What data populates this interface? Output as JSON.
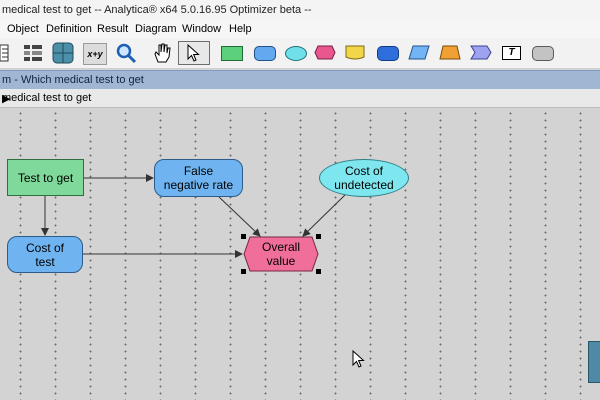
{
  "window": {
    "title": "medical test to get -- Analytica® x64 5.0.16.95 Optimizer beta --"
  },
  "menu": [
    "Object",
    "Definition",
    "Result",
    "Diagram",
    "Window",
    "Help"
  ],
  "toolbar": {
    "buttons": [
      "outline-icon",
      "attribute-panel-icon",
      "globe-icon",
      "xy-icon",
      "search-icon",
      "hand-icon",
      "arrow-pointer-icon",
      "decision-node-icon",
      "chance-node-icon",
      "constant-node-icon",
      "objective-node-icon",
      "module-node-icon",
      "index-node-icon",
      "input-node-icon",
      "output-node-icon",
      "button-node-icon",
      "text-node-icon",
      "alias-node-icon"
    ],
    "xy_label": "x+y",
    "text_label": "T"
  },
  "diagram_bar": {
    "title": "m - Which medical test to get"
  },
  "breadcrumb": {
    "label": "medical test to get",
    "arrow": "▶"
  },
  "nodes": {
    "test": {
      "line1": "Test to get",
      "line2": "",
      "color": "#7fd99a"
    },
    "fnr": {
      "line1": "False",
      "line2": "negative rate",
      "color": "#6fb4f0"
    },
    "cost_test": {
      "line1": "Cost of",
      "line2": "test",
      "color": "#6fb4f0"
    },
    "undetected": {
      "line1": "Cost of",
      "line2": "undetected",
      "color": "#7ee6ee"
    },
    "overall": {
      "line1": "Overall",
      "line2": "value",
      "color": "#ef6f9a"
    }
  },
  "selected_node": "overall"
}
